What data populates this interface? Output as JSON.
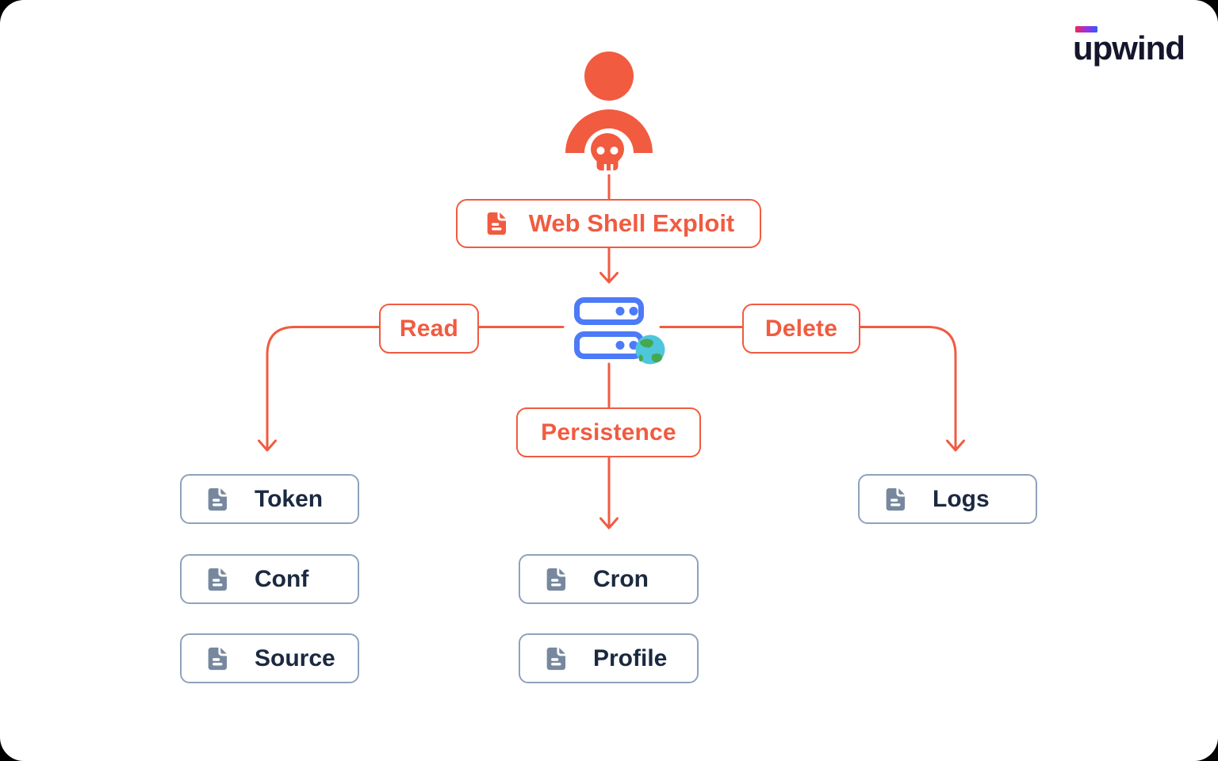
{
  "brand": {
    "name": "upwind"
  },
  "colors": {
    "accent_orange": "#F15B40",
    "server_blue": "#4D7AF6",
    "leaf_border": "#8FA2BC",
    "leaf_text": "#1B2940",
    "doc_icon_gray": "#77889E",
    "logo_text": "#15162C",
    "logo_gradient": [
      "#EE2A52",
      "#9430EE",
      "#2F5DF2"
    ]
  },
  "diagram": {
    "attacker_icon": "attacker-with-skull",
    "exploit": {
      "label": "Web Shell Exploit",
      "icon": "document-icon"
    },
    "server_icon": "server-stack-with-globe",
    "actions": {
      "read": {
        "label": "Read"
      },
      "delete": {
        "label": "Delete"
      },
      "persistence": {
        "label": "Persistence"
      }
    },
    "targets": {
      "read": [
        {
          "label": "Token"
        },
        {
          "label": "Conf"
        },
        {
          "label": "Source"
        }
      ],
      "persistence": [
        {
          "label": "Cron"
        },
        {
          "label": "Profile"
        }
      ],
      "delete": [
        {
          "label": "Logs"
        }
      ]
    }
  }
}
